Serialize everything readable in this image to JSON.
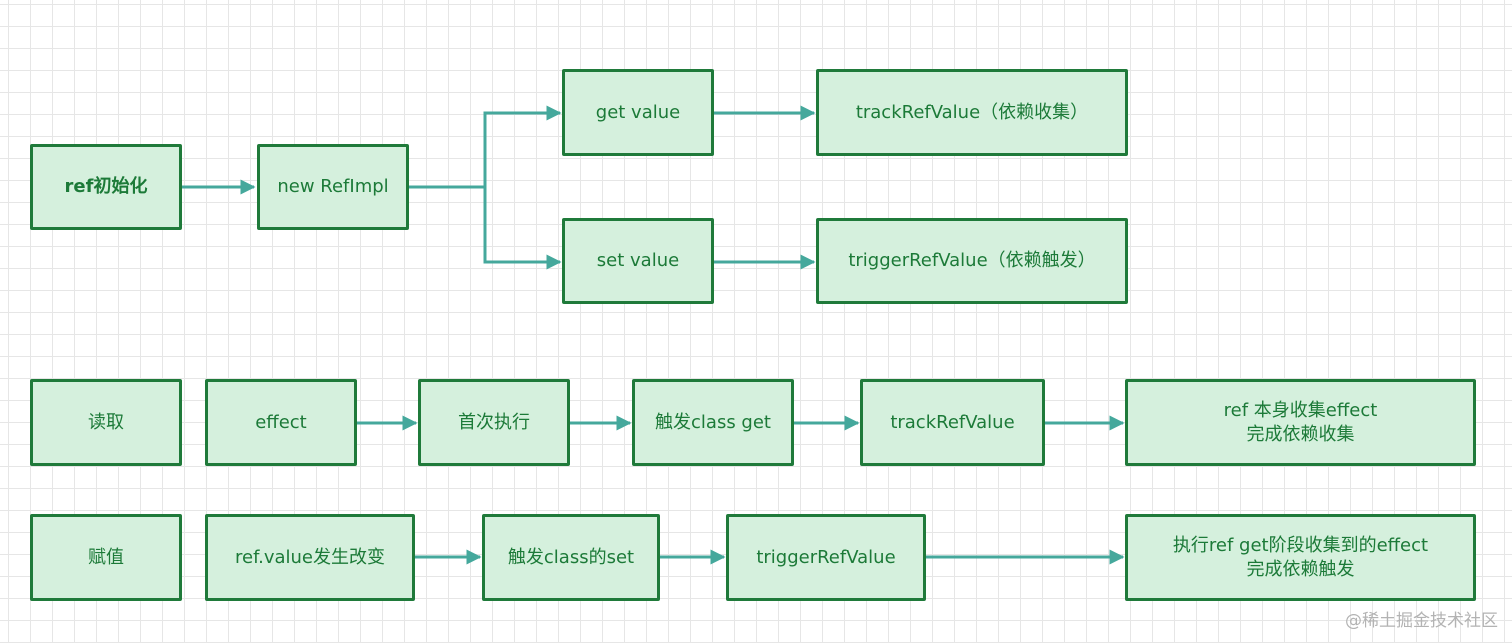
{
  "diagram": {
    "colors": {
      "node_fill": "#d5f0dd",
      "node_border": "#1f7a3a",
      "node_text": "#1c7a38",
      "edge": "#45a89c"
    },
    "nodes": {
      "ref_init": "ref初始化",
      "new_refimpl": "new RefImpl",
      "get_value": "get value",
      "track_ref_value_collect": "trackRefValue（依赖收集）",
      "set_value": "set value",
      "trigger_ref_value_trigger": "triggerRefValue（依赖触发）",
      "read": "读取",
      "effect": "effect",
      "first_run": "首次执行",
      "trigger_class_get": "触发class get",
      "track_ref_value": "trackRefValue",
      "ref_collect_line1": "ref 本身收集effect",
      "ref_collect_line2": "完成依赖收集",
      "assign": "赋值",
      "ref_value_changed": "ref.value发生改变",
      "trigger_class_set": "触发class的set",
      "trigger_ref_value": "triggerRefValue",
      "run_effect_line1": "执行ref get阶段收集到的effect",
      "run_effect_line2": "完成依赖触发"
    },
    "edges": [
      [
        "ref_init",
        "new_refimpl"
      ],
      [
        "new_refimpl",
        "get_value"
      ],
      [
        "new_refimpl",
        "set_value"
      ],
      [
        "get_value",
        "track_ref_value_collect"
      ],
      [
        "set_value",
        "trigger_ref_value_trigger"
      ],
      [
        "effect",
        "first_run"
      ],
      [
        "first_run",
        "trigger_class_get"
      ],
      [
        "trigger_class_get",
        "track_ref_value"
      ],
      [
        "track_ref_value",
        "ref_collect"
      ],
      [
        "ref_value_changed",
        "trigger_class_set"
      ],
      [
        "trigger_class_set",
        "trigger_ref_value"
      ],
      [
        "trigger_ref_value",
        "run_effect"
      ]
    ]
  },
  "watermark": "@稀土掘金技术社区"
}
